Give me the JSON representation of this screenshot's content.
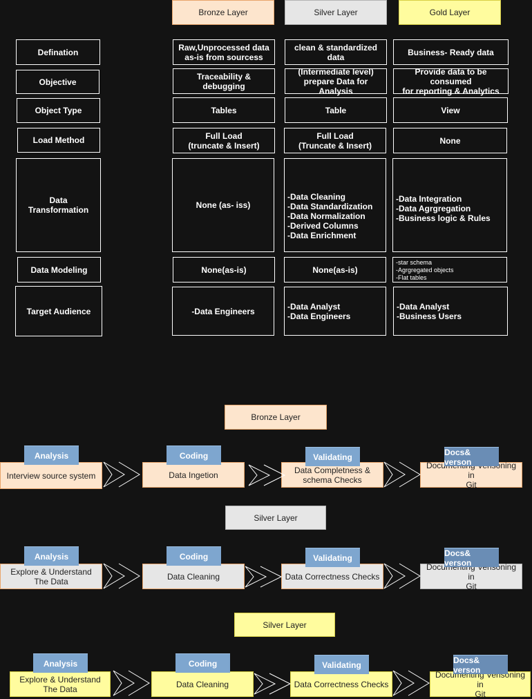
{
  "layers": {
    "bronze": "Bronze Layer",
    "silver": "Silver Layer",
    "gold": "Gold Layer"
  },
  "rows": [
    {
      "label": "Defination",
      "bronze": "Raw,Unprocessed data\nas-is from sourcess",
      "silver": "clean & standardized data",
      "gold": "Business- Ready data"
    },
    {
      "label": "Objective",
      "bronze": "Traceability & debugging",
      "silver": "(Intermediate level)\nprepare Data for Analysis",
      "gold": "Provide data to be consumed\nfor reporting & Analytics"
    },
    {
      "label": "Object Type",
      "bronze": "Tables",
      "silver": "Table",
      "gold": "View"
    },
    {
      "label": "Load Method",
      "bronze": "Full Load\n(truncate & Insert)",
      "silver": "Full Load\n(Truncate & Insert)",
      "gold": "None"
    },
    {
      "label": "Data\nTransformation",
      "bronze": "None (as- iss)",
      "silver": "-Data Cleaning\n-Data Standardization\n-Data Normalization\n-Derived Columns\n-Data Enrichment",
      "gold": "-Data Integration\n-Data Agrgregation\n-Business logic & Rules"
    },
    {
      "label": "Data Modeling",
      "bronze": "None(as-is)",
      "silver": "None(as-is)",
      "gold": "-star schema\n-Agrgregated objects\n-Flat tables"
    },
    {
      "label": "Target Audience",
      "bronze": "-Data Engineers",
      "silver": "-Data Analyst\n-Data Engineers",
      "gold": "-Data Analyst\n-Business Users"
    }
  ],
  "flows": [
    {
      "title": "Bronze Layer",
      "steps": [
        {
          "tag": "Analysis",
          "text": "Interview source system"
        },
        {
          "tag": "Coding",
          "text": "Data Ingetion"
        },
        {
          "tag": "Validating",
          "text": "Data Completness &\nschema Checks"
        },
        {
          "tag": "Docs& verson",
          "text": "Documenting Verisoning in\nGit"
        }
      ]
    },
    {
      "title": "Silver Layer",
      "steps": [
        {
          "tag": "Analysis",
          "text": "Explore & Understand\nThe Data"
        },
        {
          "tag": "Coding",
          "text": "Data  Cleaning"
        },
        {
          "tag": "Validating",
          "text": "Data Correctness Checks"
        },
        {
          "tag": "Docs& verson",
          "text": "Documenting Verisoning in\nGit"
        }
      ]
    },
    {
      "title": "Silver Layer",
      "steps": [
        {
          "tag": "Analysis",
          "text": "Explore & Understand\nThe Data"
        },
        {
          "tag": "Coding",
          "text": "Data  Cleaning"
        },
        {
          "tag": "Validating",
          "text": "Data Correctness Checks"
        },
        {
          "tag": "Docs& verson",
          "text": "Documenting Verisoning in\nGit"
        }
      ]
    }
  ]
}
